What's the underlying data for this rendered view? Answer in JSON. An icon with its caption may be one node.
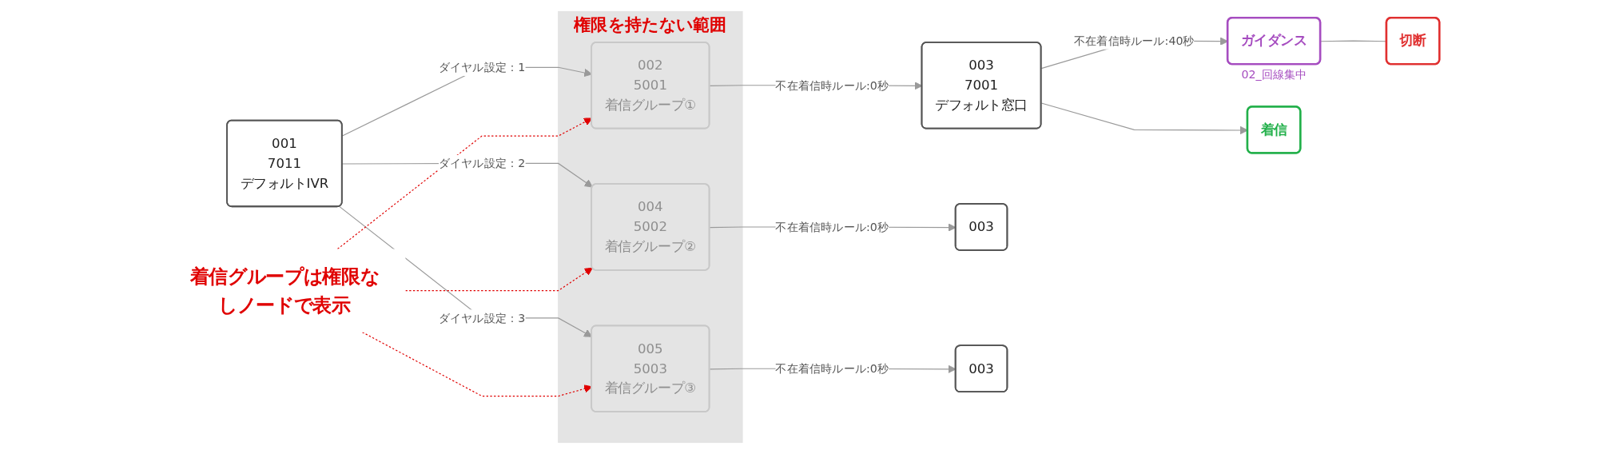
{
  "diagram": {
    "nodes": [
      {
        "text": [
          "001",
          "7011",
          "デフォルトIVR"
        ]
      },
      {
        "text": [
          "権限を持たない範囲"
        ]
      },
      {
        "text": [
          "002",
          "5001",
          "着信グループ①"
        ],
        "in": 1
      },
      {
        "text": [
          "003",
          "7001",
          "デフォルト窓口"
        ]
      },
      {
        "text": [
          "ガイダンス"
        ],
        "beside": [
          "02_回線集中"
        ]
      },
      {
        "text": [
          "切断"
        ]
      },
      {
        "text": [
          "着信"
        ]
      },
      {
        "text": [
          "004",
          "5002",
          "着信グループ②"
        ],
        "in": 1
      },
      {
        "text": [
          "003"
        ]
      },
      {
        "text": [
          "005",
          "5003",
          "着信グループ③"
        ],
        "in": 1
      },
      {
        "text": [
          "003"
        ]
      },
      {
        "text": [
          "着信グループは権限なしノードで表示"
        ]
      }
    ],
    "edges": [
      {
        "from": 0,
        "to": 2,
        "arrow": "to",
        "label": "ダイヤル設定：1"
      },
      {
        "from": 0,
        "to": 7,
        "arrow": "to",
        "label": "ダイヤル設定：2"
      },
      {
        "from": 0,
        "to": 9,
        "arrow": "to",
        "label": "ダイヤル設定：3"
      },
      {
        "from": 2,
        "to": 3,
        "arrow": "to",
        "label": "不在着信時ルール:0秒"
      },
      {
        "from": 3,
        "to": 4,
        "arrow": "to",
        "label": "不在着信時ルール:40秒"
      },
      {
        "from": 3,
        "to": 6,
        "arrow": "to"
      },
      {
        "from": 4,
        "to": 5,
        "arrow": "none"
      },
      {
        "from": 7,
        "to": 8,
        "arrow": "to",
        "label": "不在着信時ルール:0秒"
      },
      {
        "from": 9,
        "to": 10,
        "arrow": "to",
        "label": "不在着信時ルール:0秒"
      },
      {
        "from": 11,
        "to": 2,
        "arrow": "to",
        "style": "dashed",
        "color": "#e00000"
      },
      {
        "from": 11,
        "to": 7,
        "arrow": "to",
        "style": "dashed",
        "color": "#e00000"
      },
      {
        "from": 11,
        "to": 9,
        "arrow": "to",
        "style": "dashed",
        "color": "#e00000"
      }
    ]
  }
}
